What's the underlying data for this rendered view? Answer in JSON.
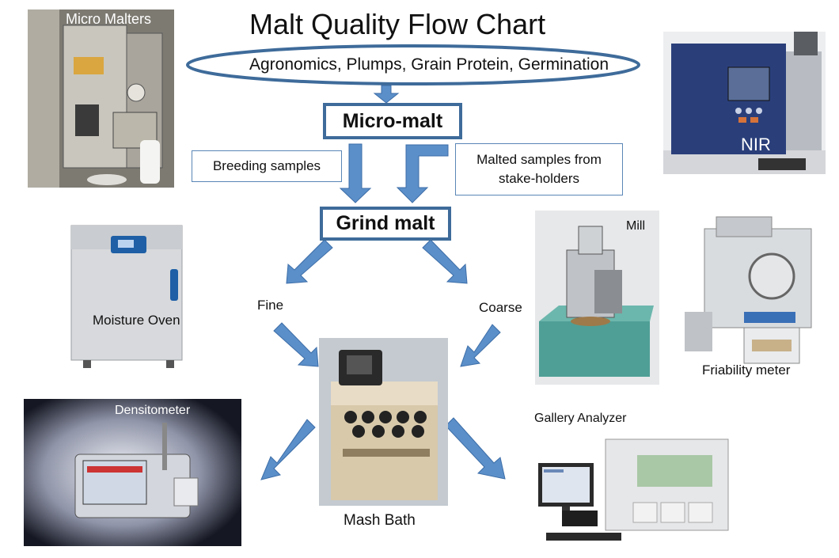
{
  "title": "Malt Quality Flow Chart",
  "top_oval": "Agronomics, Plumps, Grain Protein, Germination",
  "nodes": {
    "micro_malt": "Micro-malt",
    "breeding_samples": "Breeding samples",
    "malted_samples": "Malted samples from stake-holders",
    "grind_malt": "Grind malt",
    "fine": "Fine",
    "coarse": "Coarse",
    "mash_bath": "Mash Bath"
  },
  "equipment": {
    "micro_malters": "Micro Malters",
    "nir": "NIR",
    "moisture_oven": "Moisture Oven",
    "mill": "Mill",
    "friability_meter": "Friability meter",
    "densitometer": "Densitometer",
    "gallery_analyzer": "Gallery Analyzer"
  },
  "colors": {
    "arrow_fill": "#5b8fc9",
    "arrow_stroke": "#3d6ea8",
    "box_border": "#3e6b9a"
  }
}
